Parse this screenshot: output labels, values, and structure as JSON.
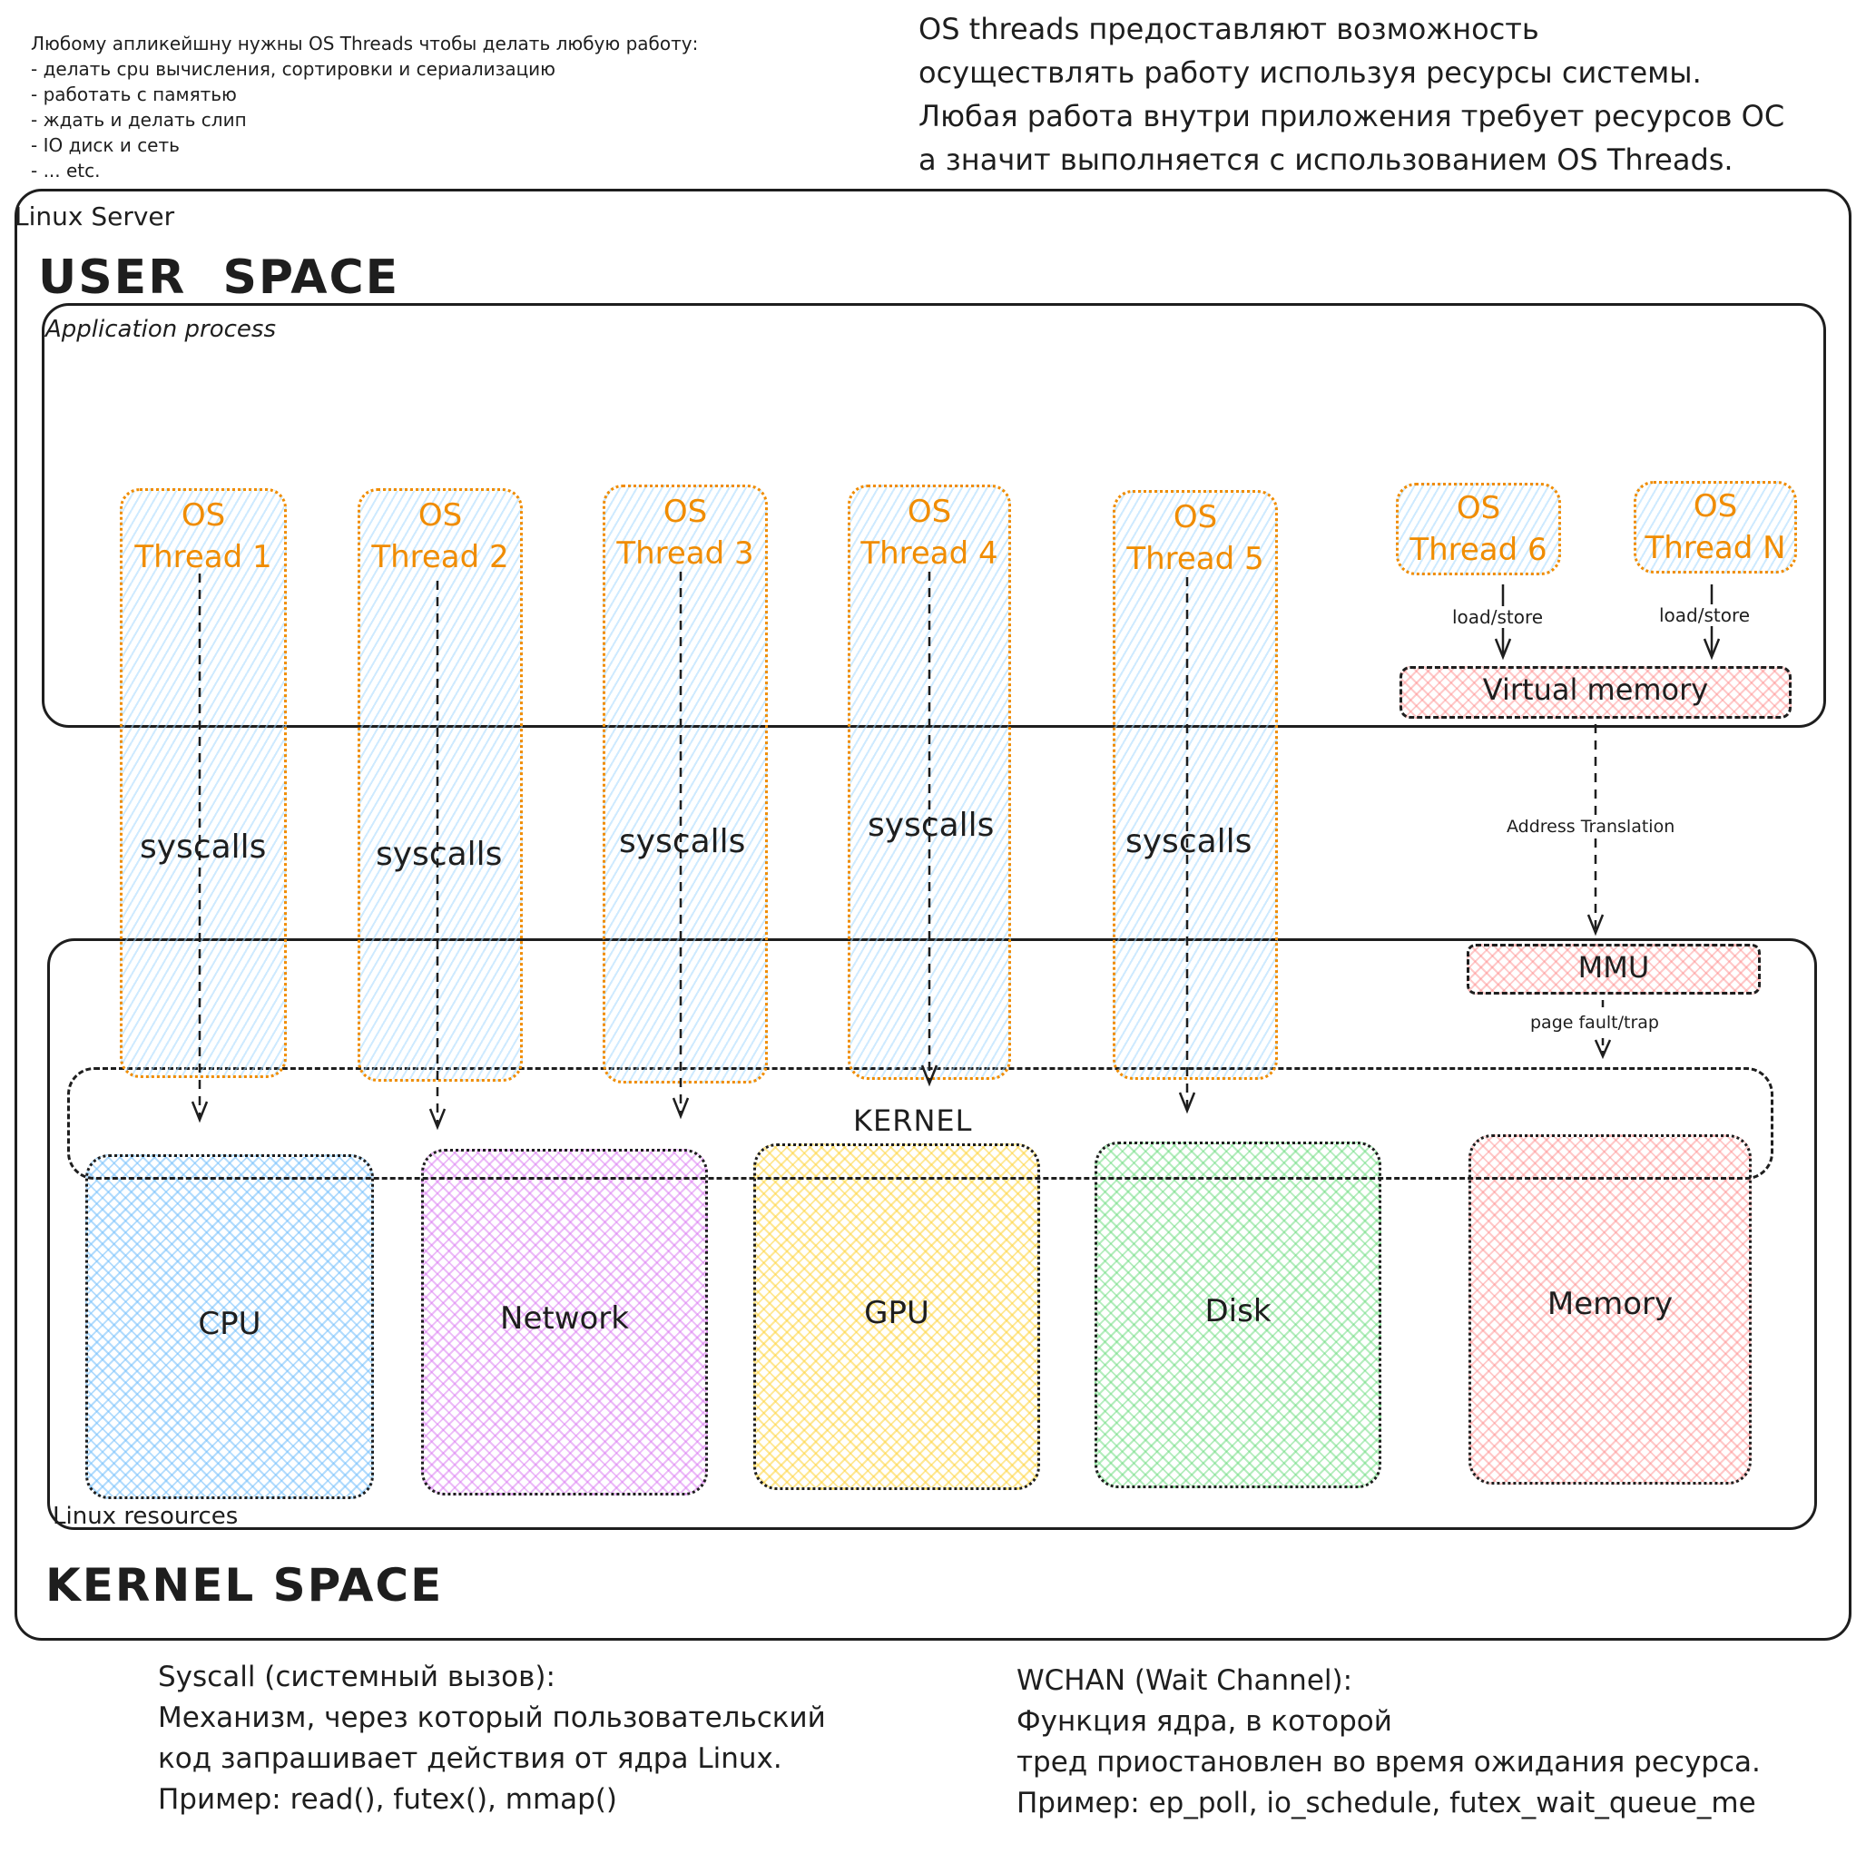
{
  "notes": {
    "top_left_lines": "Любому апликейшну нужны OS Threads чтобы делать любую работу:\n- делать cpu вычисления, сортировки и сериализацию\n- работать с памятью\n- ждать и делать слип\n- IO диск и сеть\n- ... etc.",
    "top_right_lines": "OS threads предоставляют возможность\nосуществлять работу используя ресурсы системы.\nЛюбая работа внутри приложения требует ресурсов ОС\nа значит выполняется с использованием OS Threads.",
    "syscall_def_lines": "Syscall (системный вызов):\nМеханизм, через который пользовательский\nкод запрашивает действия от ядра Linux.\nПример: read(), futex(), mmap()",
    "wchan_def_lines": "WCHAN (Wait Channel):\nФункция ядра, в которой\nтред приостановлен во время ожидания ресурса.\nПример: ep_poll, io_schedule, futex_wait_queue_me"
  },
  "labels": {
    "linux_server": "Linux Server",
    "user_space": "USER  SPACE",
    "application_process": "Application process",
    "kernel": "KERNEL",
    "linux_resources": "Linux resources",
    "kernel_space": "KERNEL SPACE",
    "virtual_memory": "Virtual memory",
    "mmu": "MMU",
    "address_translation": "Address Translation",
    "page_fault": "page fault/trap",
    "load_store": "load/store"
  },
  "threads": [
    {
      "label": "OS\nThread 1"
    },
    {
      "label": "OS\nThread 2"
    },
    {
      "label": "OS\nThread 3"
    },
    {
      "label": "OS\nThread 4"
    },
    {
      "label": "OS\nThread 5"
    },
    {
      "label": "OS\nThread 6"
    },
    {
      "label": "OS\nThread N"
    }
  ],
  "syscalls": [
    "syscalls",
    "syscalls",
    "syscalls",
    "syscalls",
    "syscalls"
  ],
  "resources": [
    "CPU",
    "Network",
    "GPU",
    "Disk",
    "Memory"
  ],
  "colors": {
    "thread_border": "#f08c00",
    "thread_text": "#f08c00",
    "thread_fill": "#a5d8ff",
    "cpu": "#74c0fc",
    "network": "#da77f2",
    "gpu": "#ffd43b",
    "disk": "#69db7c",
    "memory": "#ff8787",
    "stroke": "#1e1e1e"
  }
}
